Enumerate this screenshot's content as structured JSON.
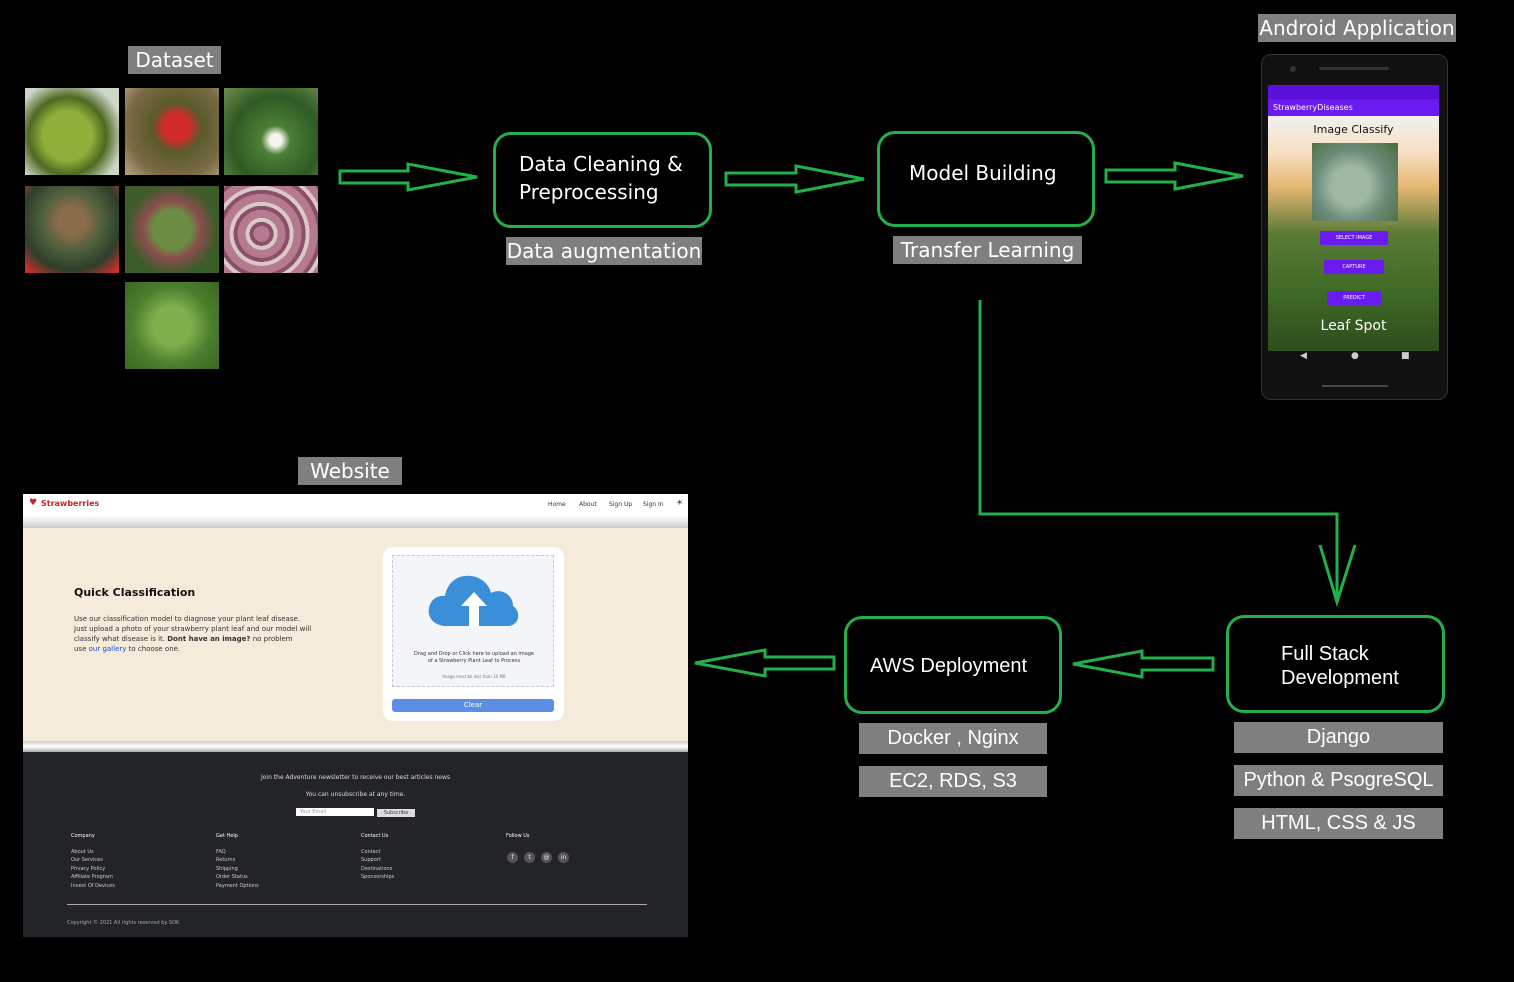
{
  "labels": {
    "dataset": "Dataset",
    "android": "Android Application",
    "website": "Website",
    "data_aug": "Data augmentation",
    "transfer": "Transfer Learning",
    "docker": "Docker , Nginx",
    "ec2": "EC2, RDS, S3",
    "django": "Django",
    "python": "Python & PsogreSQL",
    "html": "HTML, CSS & JS"
  },
  "stages": {
    "cleaning_line1": "Data Cleaning &",
    "cleaning_line2": "Preprocessing",
    "model": "Model Building",
    "aws": "AWS Deployment",
    "fullstack_line1": "Full Stack",
    "fullstack_line2": "Development"
  },
  "phone": {
    "app_title": "StrawberryDiseases",
    "heading": "Image Classify",
    "btn_select": "SELECT IMAGE",
    "btn_capture": "CAPTURE",
    "btn_predict": "PREDICT",
    "result": "Leaf Spot"
  },
  "website": {
    "brand": "Strawberries",
    "nav": [
      "Home",
      "About",
      "Sign Up",
      "Sign In"
    ],
    "hero_title": "Quick Classification",
    "hero_text1": "Use our classification model to diagnose your plant leaf disease.",
    "hero_text2": "Just upload a photo of your strawberry plant leaf and our model will",
    "hero_text3": "classify what disease is it.",
    "hero_bold": "Dont have an image?",
    "hero_text4": "no problem",
    "hero_text5": "use",
    "hero_link": "our gallery",
    "hero_text6": "to choose one.",
    "upload_text1": "Drag and Drop or Click here to upload an image",
    "upload_text2": "of a Strawberry Plant Leaf to Process",
    "upload_hint": "Image must be less than 10 MB",
    "clear_btn": "Clear",
    "newsletter1": "Join the Adventure newsletter to receive our best articles news",
    "newsletter2": "You can unsubscribe at any time.",
    "email_placeholder": "Your Email",
    "subscribe": "Subscribe",
    "footer_cols": [
      {
        "title": "Company",
        "items": [
          "About Us",
          "Our Services",
          "Privacy Policy",
          "Affiliate Program",
          "Invest Of Devices"
        ]
      },
      {
        "title": "Get Help",
        "items": [
          "FAQ",
          "Returns",
          "Shipping",
          "Order Status",
          "Payment Options"
        ]
      },
      {
        "title": "Contact Us",
        "items": [
          "Contact",
          "Support",
          "Destinations",
          "Sponsorships"
        ]
      },
      {
        "title": "Follow Us",
        "items": []
      }
    ],
    "copyright": "Copyright © 2021 All rights reserved by SOK"
  },
  "colors": {
    "stage_border": "#22b04a",
    "label_bg": "#7f7f7f",
    "phone_accent": "#6a1bf0"
  }
}
